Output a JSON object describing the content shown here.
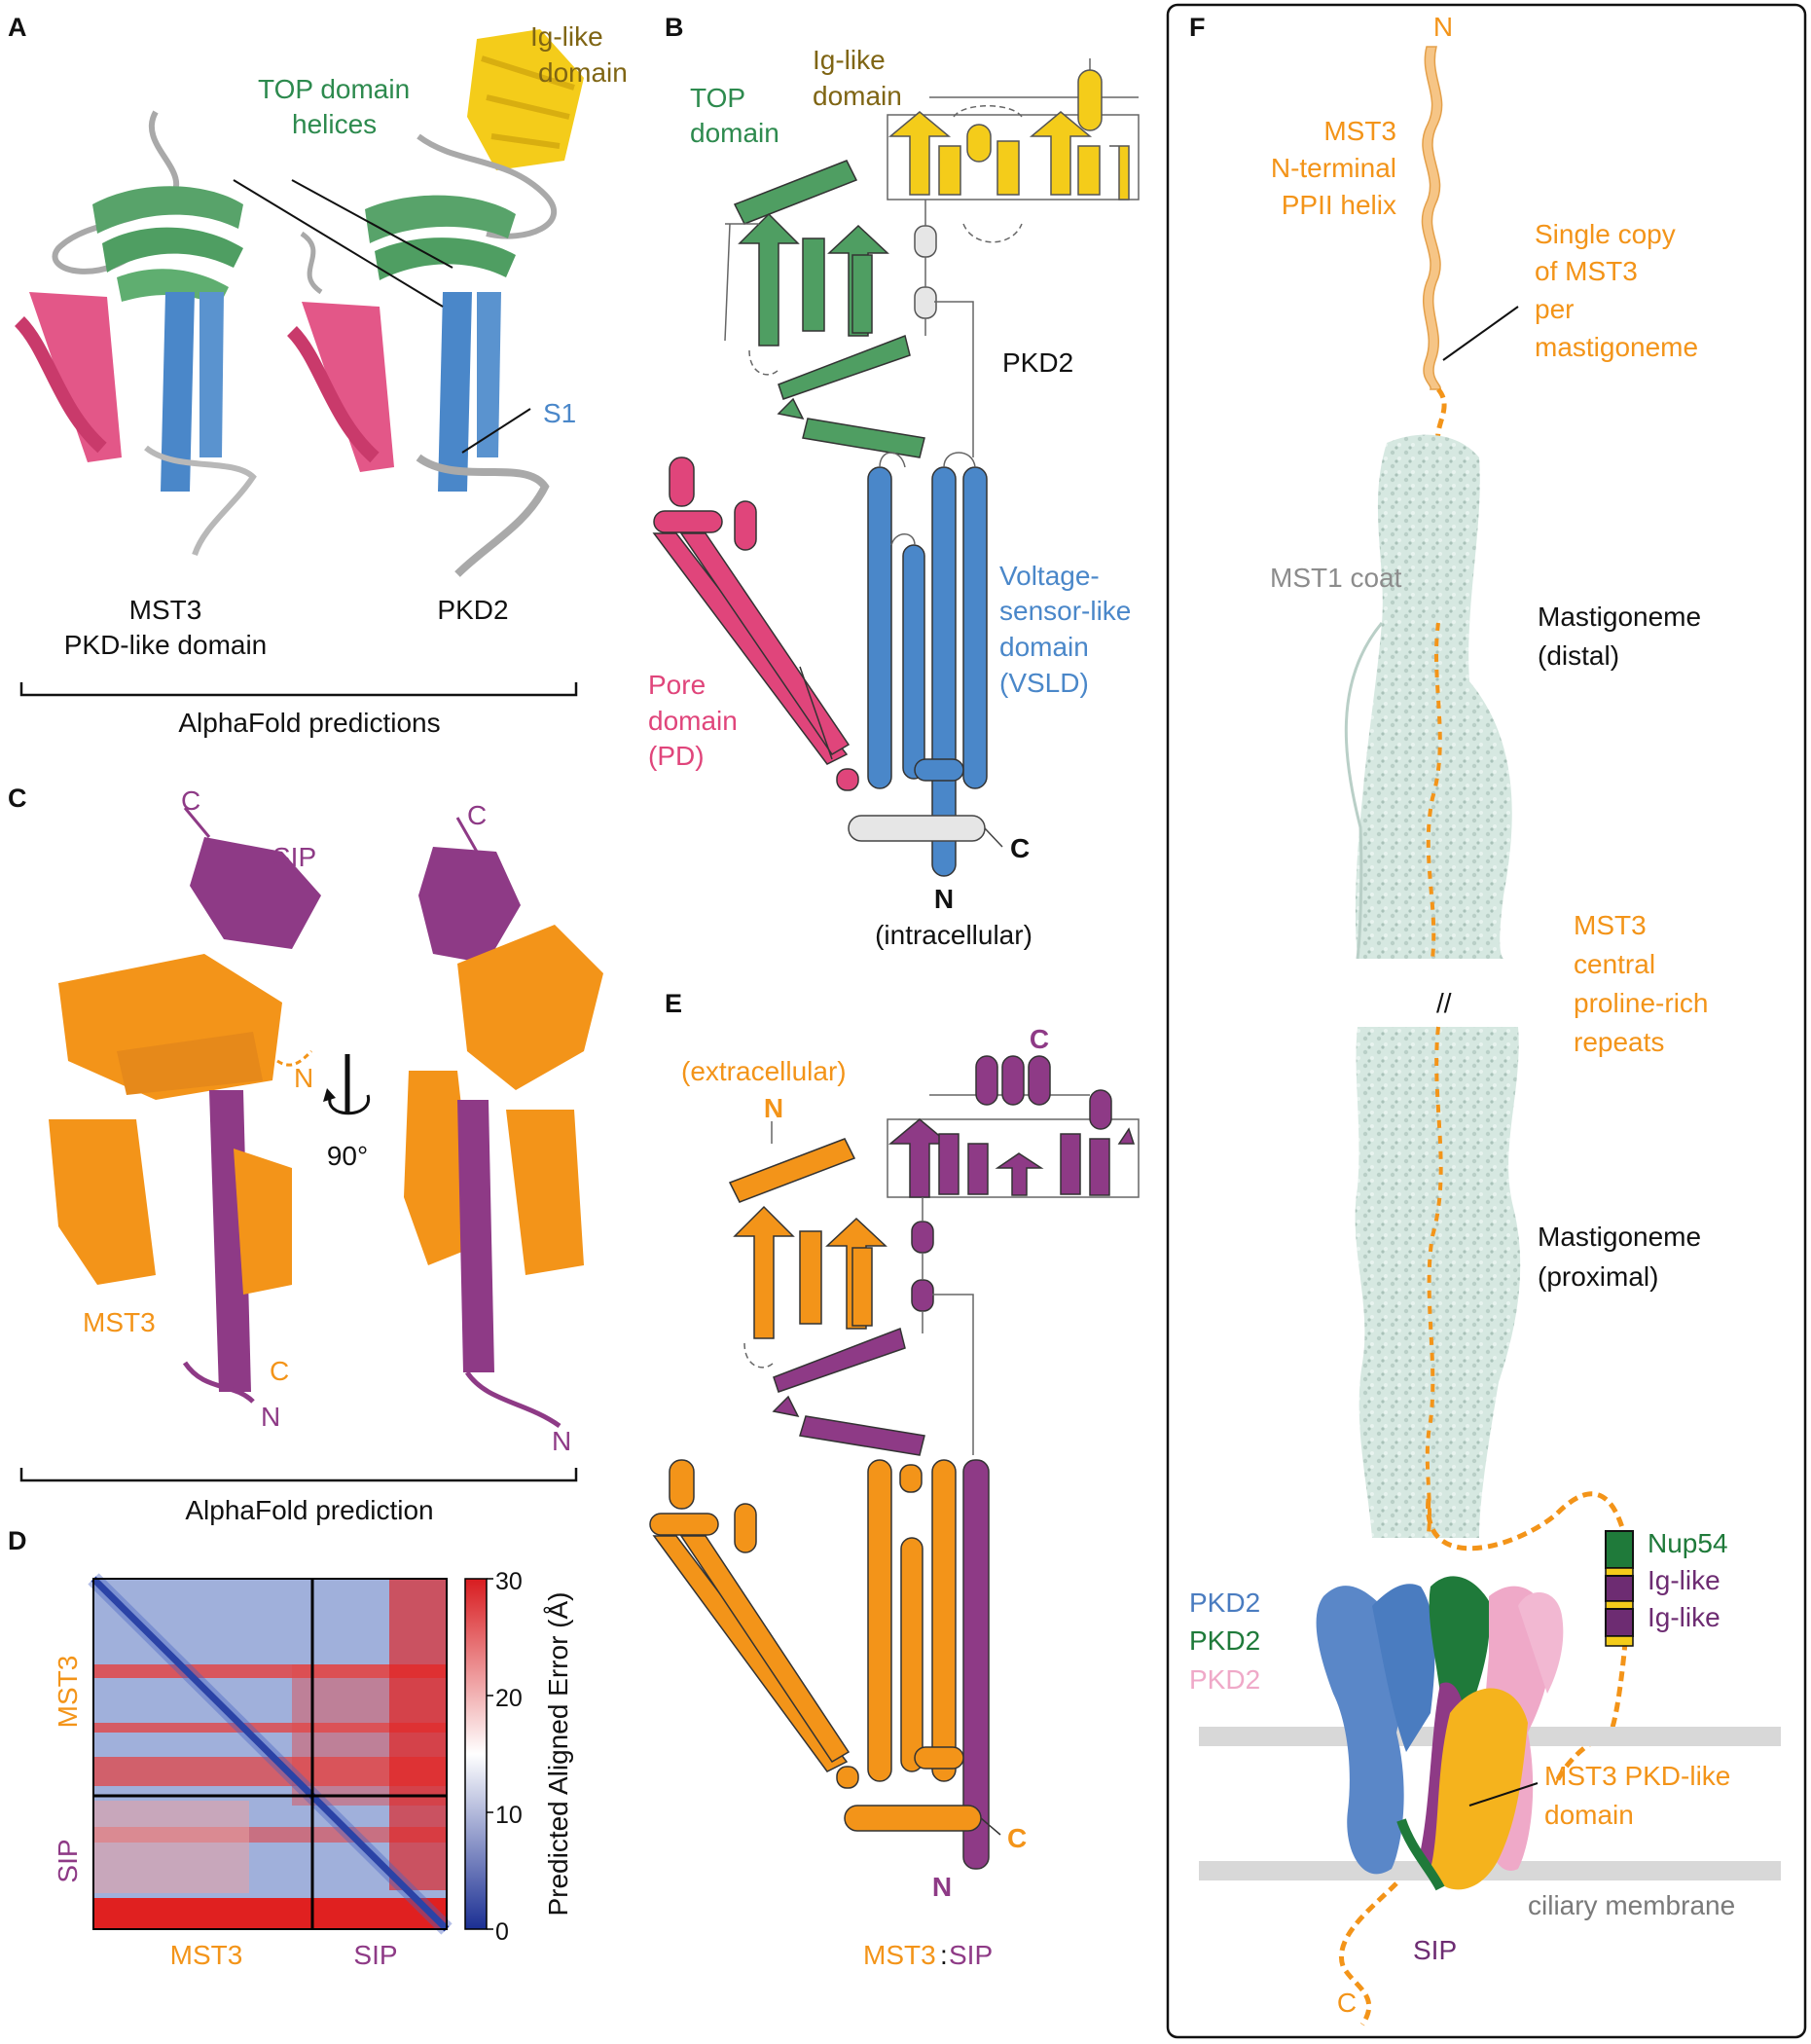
{
  "colors": {
    "top_green": "#4f9e62",
    "vsld_blue": "#4a87c9",
    "pore_pink": "#e0457b",
    "ig_yellow": "#f4cc1a",
    "mst3_orange": "#f39419",
    "sip_purple": "#8e3a86",
    "grey": "#c9c9c9",
    "ig_text": "#7f6514",
    "mst1_coat": "#d2e6df",
    "nup_green": "#1f7a3a",
    "pkd2_lightblue": "#5a87c8",
    "pkd2_pink": "#efa9c8",
    "membrane": "#d8d8d8",
    "membrane_text": "#7a7a7a"
  },
  "panels": {
    "A": {
      "label": "A",
      "ig_like_domain": [
        "Ig-like",
        "domain"
      ],
      "top_helices": [
        "TOP domain",
        "helices"
      ],
      "s1": "S1",
      "left_caption": [
        "MST3",
        "PKD-like domain"
      ],
      "right_caption": "PKD2",
      "bracket_caption": "AlphaFold predictions"
    },
    "B": {
      "label": "B",
      "top_domain": [
        "TOP",
        "domain"
      ],
      "ig_like_domain": [
        "Ig-like",
        "domain"
      ],
      "protein": "PKD2",
      "vsld": [
        "Voltage-",
        "sensor-like",
        "domain",
        "(VSLD)"
      ],
      "pore": [
        "Pore",
        "domain",
        "(PD)"
      ],
      "c_term": "C",
      "n_term": "N",
      "intracellular": "(intracellular)"
    },
    "C": {
      "label": "C",
      "sip": "SIP",
      "mst3": "MST3",
      "c_left": "C",
      "n_left": "N",
      "rotation": "90°",
      "bracket_caption": "AlphaFold prediction"
    },
    "D": {
      "label": "D",
      "row_labels": [
        "MST3",
        "SIP"
      ],
      "col_labels": [
        "MST3",
        "SIP"
      ],
      "colorbar_label": "Predicted Aligned Error (Å)",
      "colorbar_ticks": [
        "30",
        "20",
        "10",
        "0"
      ]
    },
    "E": {
      "label": "E",
      "extracellular": "(extracellular)",
      "n_top": "N",
      "c_top": "C",
      "c_bottom": "C",
      "n_bottom": "N",
      "caption_mst3": "MST3",
      "caption_colon": ":",
      "caption_sip": "SIP"
    },
    "F": {
      "label": "F",
      "n_top": "N",
      "ppii": [
        "MST3",
        "N-terminal",
        "PPII helix"
      ],
      "single_copy": [
        "Single copy",
        "of MST3",
        "per",
        "mastigoneme"
      ],
      "mst1_coat": "MST1 coat",
      "mast_distal": [
        "Mastigoneme",
        "(distal)"
      ],
      "repeats": [
        "MST3",
        "central",
        "proline-rich",
        "repeats"
      ],
      "mast_proximal": [
        "Mastigoneme",
        "(proximal)"
      ],
      "legend": [
        "Nup54",
        "Ig-like",
        "Ig-like"
      ],
      "pkd2_labels": [
        "PKD2",
        "PKD2",
        "PKD2"
      ],
      "mst3_pkd": [
        "MST3 PKD-like",
        "domain"
      ],
      "membrane": "ciliary membrane",
      "sip": "SIP",
      "c_bottom": "C"
    }
  }
}
